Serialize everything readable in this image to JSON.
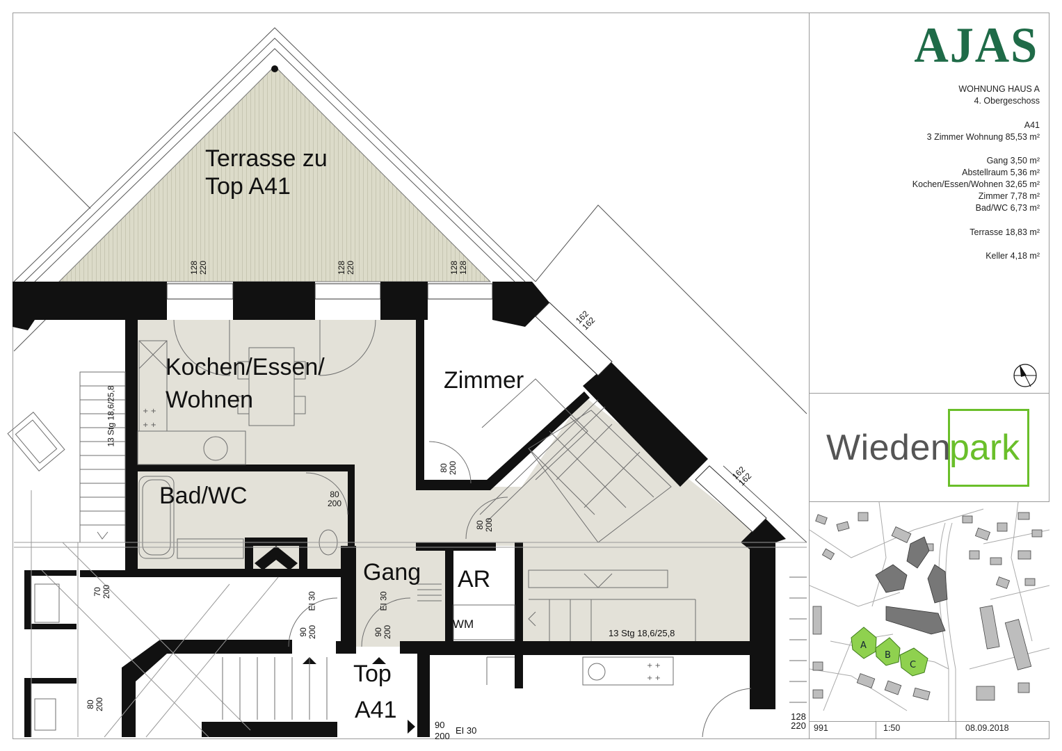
{
  "header": {
    "logo": "AJAS",
    "building": "WOHNUNG HAUS A",
    "floor": "4. Obergeschoss",
    "unit": "A41",
    "unit_summary": "3 Zimmer Wohnung 85,53 m²"
  },
  "areas": [
    "Gang 3,50 m²",
    "Abstellraum 5,36 m²",
    "Kochen/Essen/Wohnen 32,65 m²",
    "Zimmer 7,78 m²",
    "Bad/WC 6,73 m²"
  ],
  "terrace": "Terrasse 18,83 m²",
  "cellar": "Keller 4,18 m²",
  "brand": {
    "left": "Wieden",
    "right": "park",
    "color": "#6abf2a"
  },
  "footer": {
    "plan_no": "991",
    "scale": "1:50",
    "date": "08.09.2018"
  },
  "rooms": {
    "terrace_line1": "Terrasse zu",
    "terrace_line2": "Top A41",
    "living_line1": "Kochen/Essen/",
    "living_line2": "Wohnen",
    "bedroom": "Zimmer",
    "bath": "Bad/WC",
    "hall": "Gang",
    "storage": "AR",
    "washer": "WM",
    "top_line1": "Top",
    "top_line2": "A41"
  },
  "dimensions": {
    "win1": "128\n220",
    "win2": "128\n220",
    "win3": "128\n128",
    "diag1": "162\n162",
    "diag2": "162\n162",
    "door_bed": "80\n200",
    "door_bath": "80\n200",
    "door_ar": "80\n200",
    "door_gang": "90\n200",
    "door_entry": "90\n200",
    "el30_a": "EI 30",
    "el30_b": "EI 30",
    "door_left1": "70\n200",
    "door_left2": "80\n200",
    "door_bottom": "90",
    "el30_bottom": "EI 30",
    "stair_left": "13 Stg 18,6/25,8",
    "stair_right": "13 Stg 18,6/25,8",
    "corner": "128\n220"
  },
  "map_labels": [
    "A",
    "B",
    "C"
  ]
}
